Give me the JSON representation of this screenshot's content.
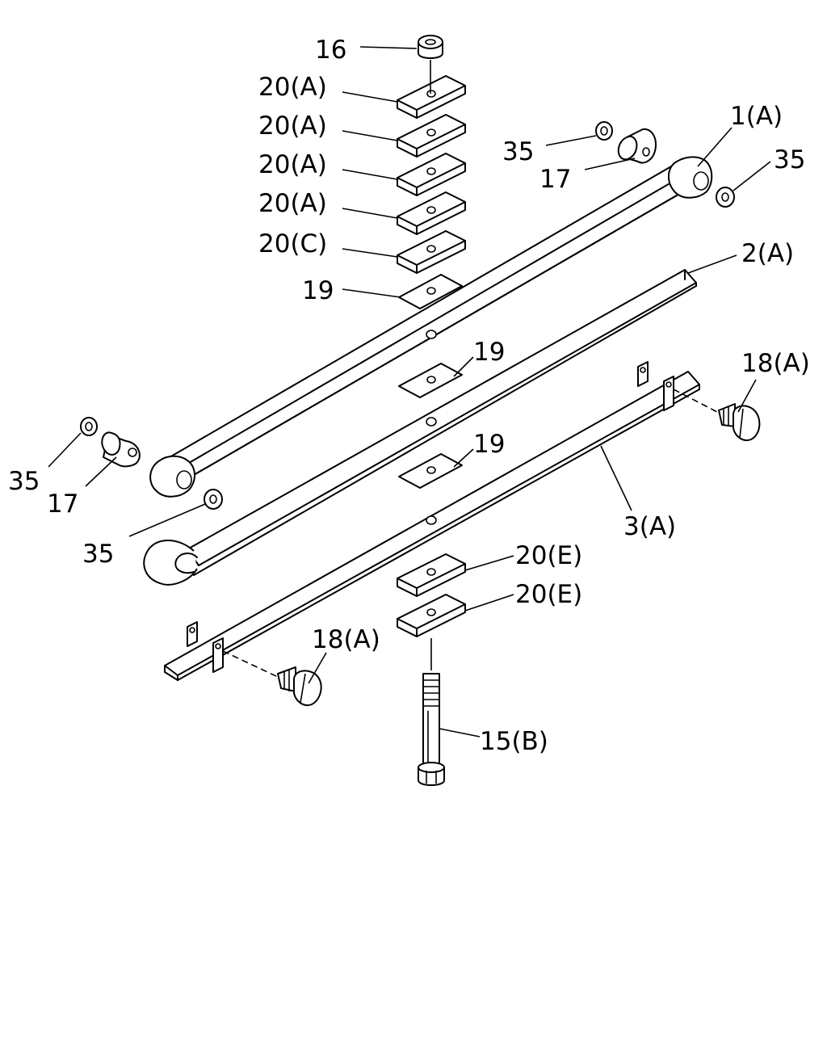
{
  "labels": {
    "l16": "16",
    "l20a_1": "20(A)",
    "l20a_2": "20(A)",
    "l20a_3": "20(A)",
    "l20a_4": "20(A)",
    "l20c": "20(C)",
    "l19_top": "19",
    "l19_mid": "19",
    "l19_low": "19",
    "l35_top": "35",
    "l17_top": "17",
    "l1a": "1(A)",
    "l35_right": "35",
    "l2a": "2(A)",
    "l18a_right": "18(A)",
    "l35_left": "35",
    "l17_left": "17",
    "l35_lower": "35",
    "l3a": "3(A)",
    "l20e_1": "20(E)",
    "l20e_2": "20(E)",
    "l18a_left": "18(A)",
    "l15b": "15(B)"
  },
  "colors": {
    "line": "#000000",
    "background": "#ffffff"
  }
}
